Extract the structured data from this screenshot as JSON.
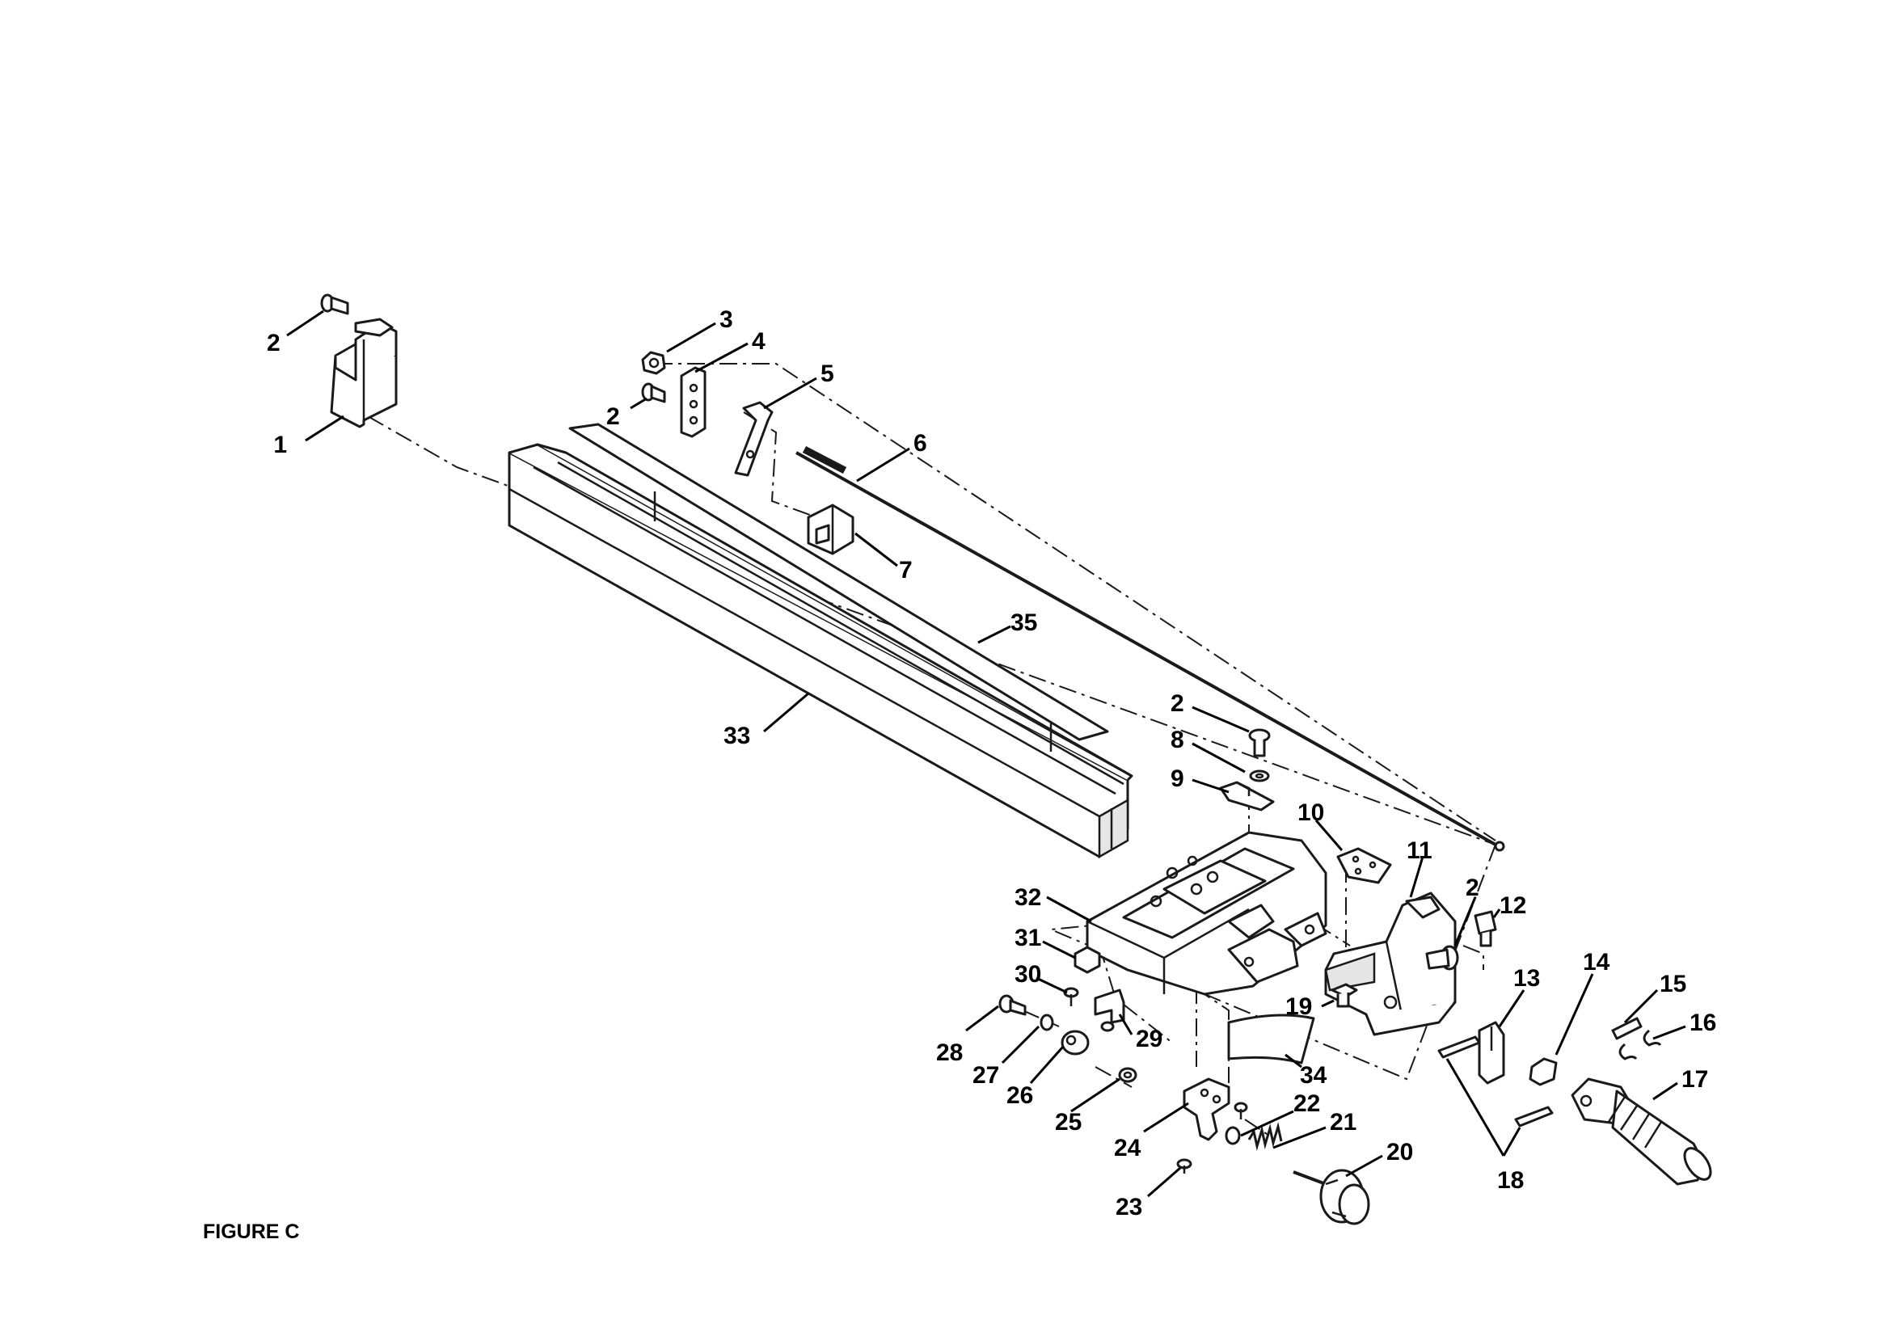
{
  "figure": {
    "caption": "FIGURE C",
    "parts": [
      {
        "id": "p1",
        "number": "1"
      },
      {
        "id": "p2a",
        "number": "2"
      },
      {
        "id": "p3",
        "number": "3"
      },
      {
        "id": "p4",
        "number": "4"
      },
      {
        "id": "p2b",
        "number": "2"
      },
      {
        "id": "p5",
        "number": "5"
      },
      {
        "id": "p6",
        "number": "6"
      },
      {
        "id": "p7",
        "number": "7"
      },
      {
        "id": "p35",
        "number": "35"
      },
      {
        "id": "p33",
        "number": "33"
      },
      {
        "id": "p2c",
        "number": "2"
      },
      {
        "id": "p8",
        "number": "8"
      },
      {
        "id": "p9",
        "number": "9"
      },
      {
        "id": "p10",
        "number": "10"
      },
      {
        "id": "p11",
        "number": "11"
      },
      {
        "id": "p2d",
        "number": "2"
      },
      {
        "id": "p12",
        "number": "12"
      },
      {
        "id": "p32",
        "number": "32"
      },
      {
        "id": "p31",
        "number": "31"
      },
      {
        "id": "p13",
        "number": "13"
      },
      {
        "id": "p14",
        "number": "14"
      },
      {
        "id": "p15",
        "number": "15"
      },
      {
        "id": "p30",
        "number": "30"
      },
      {
        "id": "p19",
        "number": "19"
      },
      {
        "id": "p16",
        "number": "16"
      },
      {
        "id": "p29",
        "number": "29"
      },
      {
        "id": "p28",
        "number": "28"
      },
      {
        "id": "p17",
        "number": "17"
      },
      {
        "id": "p27",
        "number": "27"
      },
      {
        "id": "p34",
        "number": "34"
      },
      {
        "id": "p26",
        "number": "26"
      },
      {
        "id": "p25",
        "number": "25"
      },
      {
        "id": "p22",
        "number": "22"
      },
      {
        "id": "p21",
        "number": "21"
      },
      {
        "id": "p24",
        "number": "24"
      },
      {
        "id": "p20",
        "number": "20"
      },
      {
        "id": "p18",
        "number": "18"
      },
      {
        "id": "p23",
        "number": "23"
      }
    ]
  }
}
